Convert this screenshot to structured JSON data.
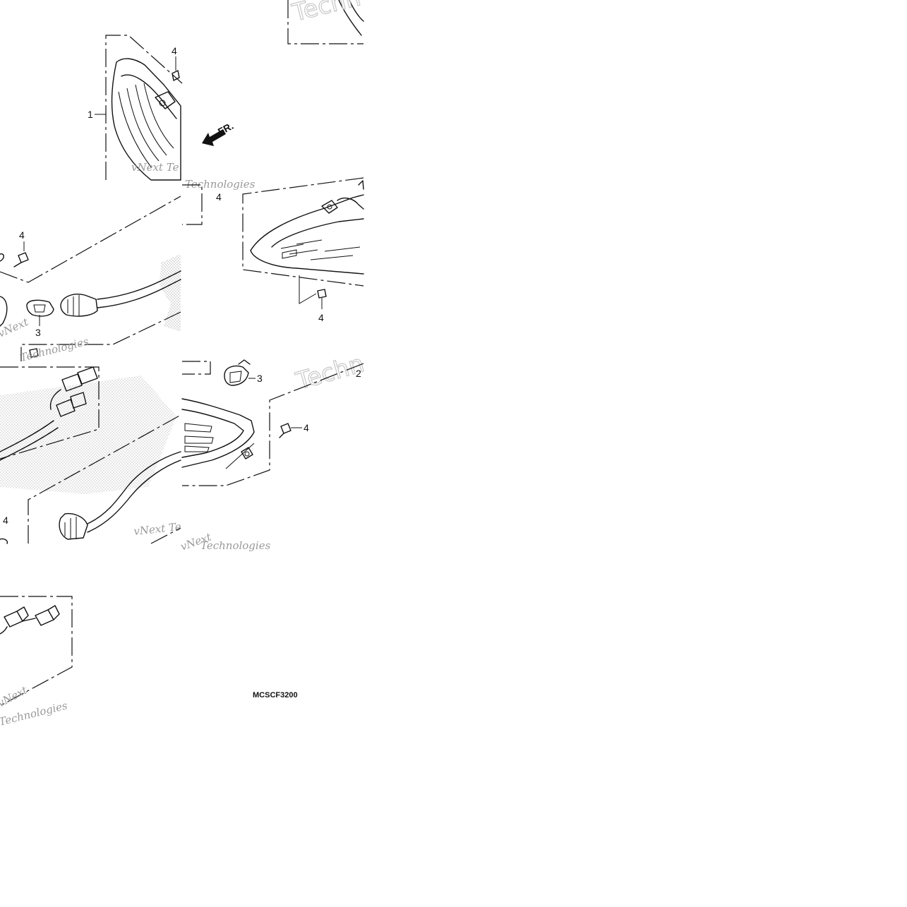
{
  "callouts": {
    "c1": "1",
    "c2": "2",
    "c3a": "3",
    "c3b": "3",
    "c4a": "4",
    "c4b": "4",
    "c4c": "4",
    "c4d": "4",
    "c4e": "4",
    "c4f": "4"
  },
  "direction_label": "FR.",
  "diagram_code": "MCSCF3200",
  "watermarks": {
    "w1": "Techn",
    "w2": "vNext Te",
    "w3": "Technologies",
    "w4": "vNext",
    "w5": "Technologies",
    "w6": "Techn",
    "w7": "vNext Te",
    "w8": "Technologies",
    "w9": "vNext",
    "w10": "Technologies"
  },
  "colors": {
    "line": "#111111",
    "watermark": "#9a9a9a",
    "stipple": "#b0b0b0"
  }
}
